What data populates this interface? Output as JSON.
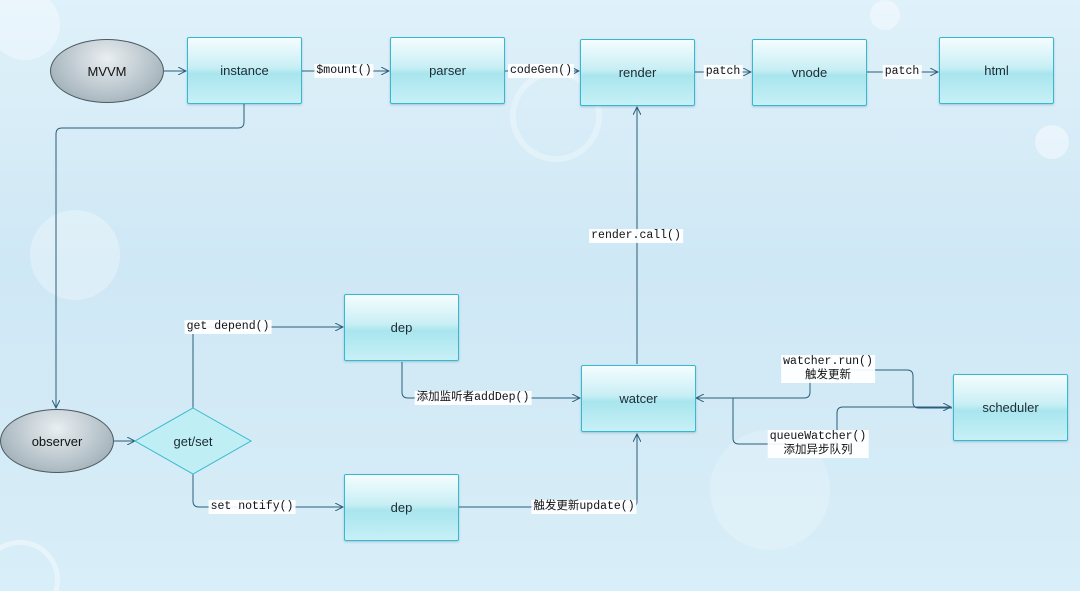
{
  "nodes": {
    "mvvm": "MVVM",
    "instance": "instance",
    "parser": "parser",
    "render": "render",
    "vnode": "vnode",
    "html": "html",
    "observer": "observer",
    "getset": "get/set",
    "dep_top": "dep",
    "dep_bottom": "dep",
    "watcer": "watcer",
    "scheduler": "scheduler"
  },
  "edge_labels": {
    "mount": "$mount()",
    "codegen": "codeGen()",
    "patch1": "patch",
    "patch2": "patch",
    "render_call": "render.call()",
    "get_depend": "get depend()",
    "set_notify": "set notify()",
    "add_dep": "添加监听者addDep()",
    "trigger_update": "触发更新update()",
    "watcher_run_1": "watcher.run()",
    "watcher_run_2": "触发更新",
    "queue_watcher_1": "queueWatcher()",
    "queue_watcher_2": "添加异步队列"
  },
  "colors": {
    "edge": "#2a5d78",
    "node_border": "#36b9cf",
    "node_fill": "#bdecf3",
    "ellipse_fill": "#aebcc4"
  }
}
